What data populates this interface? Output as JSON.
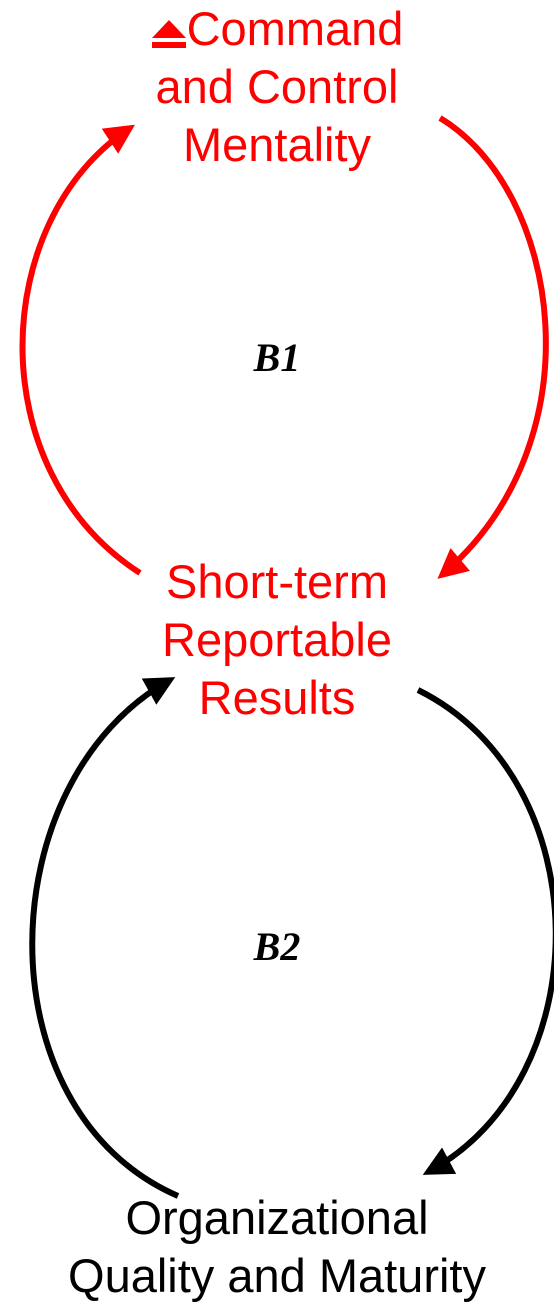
{
  "diagram": {
    "nodes": {
      "command": {
        "lines": [
          "Command",
          "and Control",
          "Mentality"
        ],
        "color": "#ff0000",
        "icon": "eject-icon"
      },
      "short_term": {
        "lines": [
          "Short-term",
          "Reportable",
          "Results"
        ],
        "color": "#ff0000"
      },
      "organizational": {
        "lines": [
          "Organizational",
          "Quality and Maturity"
        ],
        "color": "#000000"
      }
    },
    "loops": {
      "b1": {
        "label": "B1",
        "color": "#ff0000"
      },
      "b2": {
        "label": "B2",
        "color": "#000000"
      }
    }
  }
}
